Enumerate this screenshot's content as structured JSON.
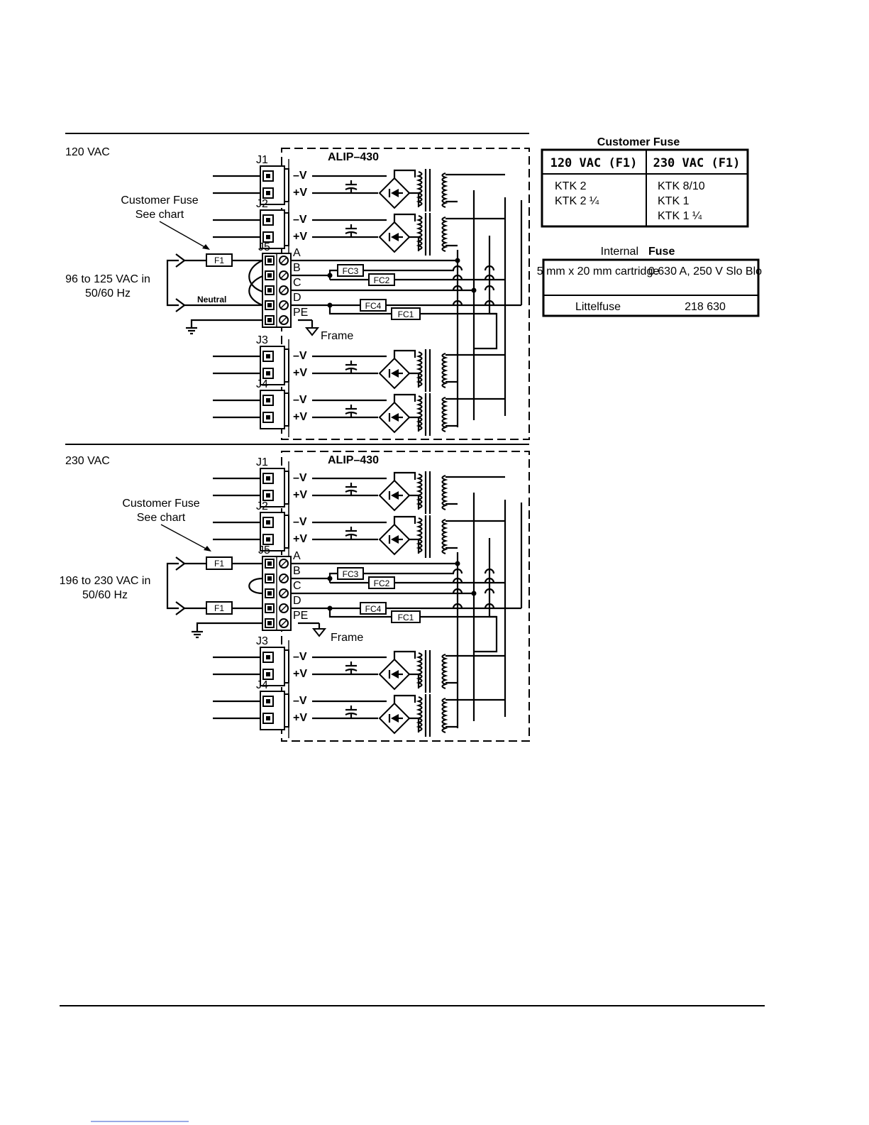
{
  "sections": [
    {
      "id": "120",
      "voltage_label": "120 VAC",
      "module_label": "ALIP–430",
      "fuse_callout": [
        "Customer Fuse",
        "See chart"
      ],
      "input_label": [
        "96 to 125 VAC in",
        "50/60 Hz"
      ],
      "neutral_label": "Neutral",
      "fuse_labels": [
        "F1"
      ],
      "frame_label": "Frame"
    },
    {
      "id": "230",
      "voltage_label": "230 VAC",
      "module_label": "ALIP–430",
      "fuse_callout": [
        "Customer Fuse",
        "See chart"
      ],
      "input_label": [
        "196 to 230 VAC in",
        "50/60 Hz"
      ],
      "neutral_label": "",
      "fuse_labels": [
        "F1",
        "F1"
      ],
      "frame_label": "Frame"
    }
  ],
  "connectors": [
    "J1",
    "J2",
    "J3",
    "J4"
  ],
  "terminal_block": "J5",
  "pin_labels": [
    "–V",
    "+V"
  ],
  "terminal_letters": [
    "A",
    "B",
    "C",
    "D",
    "PE"
  ],
  "components": [
    "FC3",
    "FC2",
    "FC4",
    "FC1"
  ],
  "customer_fuse_table": {
    "title": "Customer Fuse",
    "headers": [
      "120 VAC (F1)",
      "230 VAC (F1)"
    ],
    "col1": [
      "KTK 2",
      "KTK 2 ¼"
    ],
    "col2": [
      "KTK 8/10",
      "KTK 1",
      "KTK 1 ¼"
    ]
  },
  "internal_fuse_table": {
    "title_a": "Internal",
    "title_b": "Fuse",
    "rows": [
      [
        "5 mm x 20 mm cartridge",
        "0.630 A, 250 V Slo Blo"
      ],
      [
        "Littelfuse",
        "218 630"
      ]
    ]
  }
}
